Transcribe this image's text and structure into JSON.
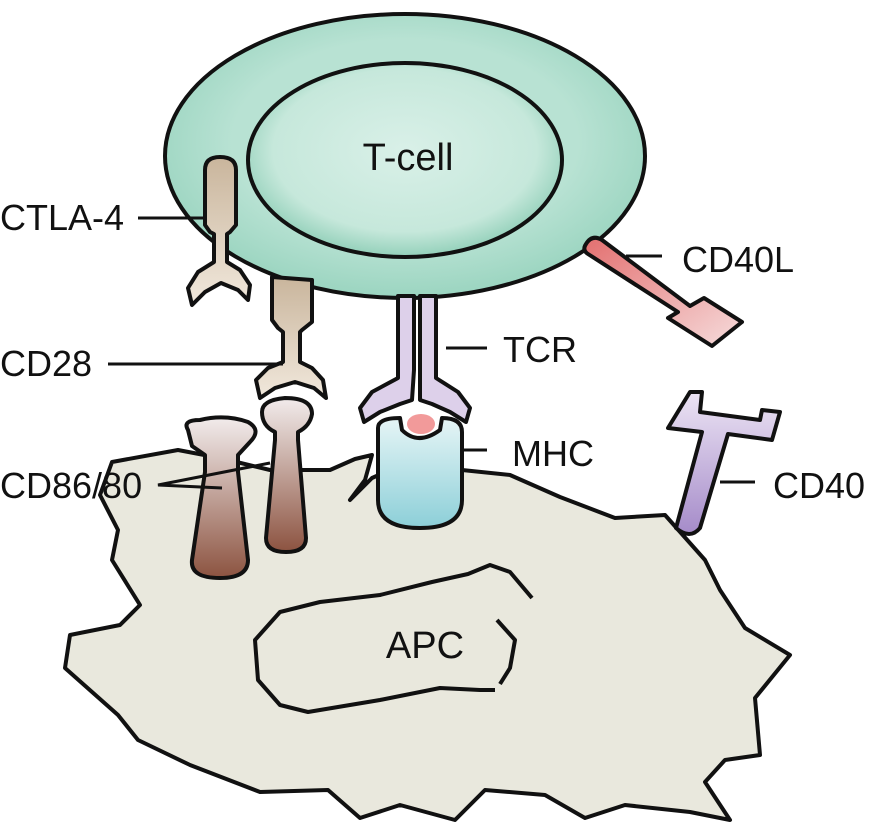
{
  "diagram": {
    "title": "T-cell and APC costimulatory interactions",
    "cells": {
      "t_cell": "T-cell",
      "apc": "APC"
    },
    "labels": {
      "ctla4": "CTLA-4",
      "cd28": "CD28",
      "cd86_80": "CD86/80",
      "tcr": "TCR",
      "mhc": "MHC",
      "cd40l": "CD40L",
      "cd40": "CD40"
    },
    "colors": {
      "t_cell_outer": "#a9dcc9",
      "t_cell_inner": "#d6efe6",
      "apc": "#e9e8dd",
      "ctla4_cd28": "#d9c7b1",
      "cd86_80": "#9b6a5a",
      "tcr": "#d8c9e6",
      "mhc": "#a8d9e0",
      "peptide": "#f29a9a",
      "cd40l": "#e98484",
      "cd40": "#b7a1d4"
    }
  }
}
